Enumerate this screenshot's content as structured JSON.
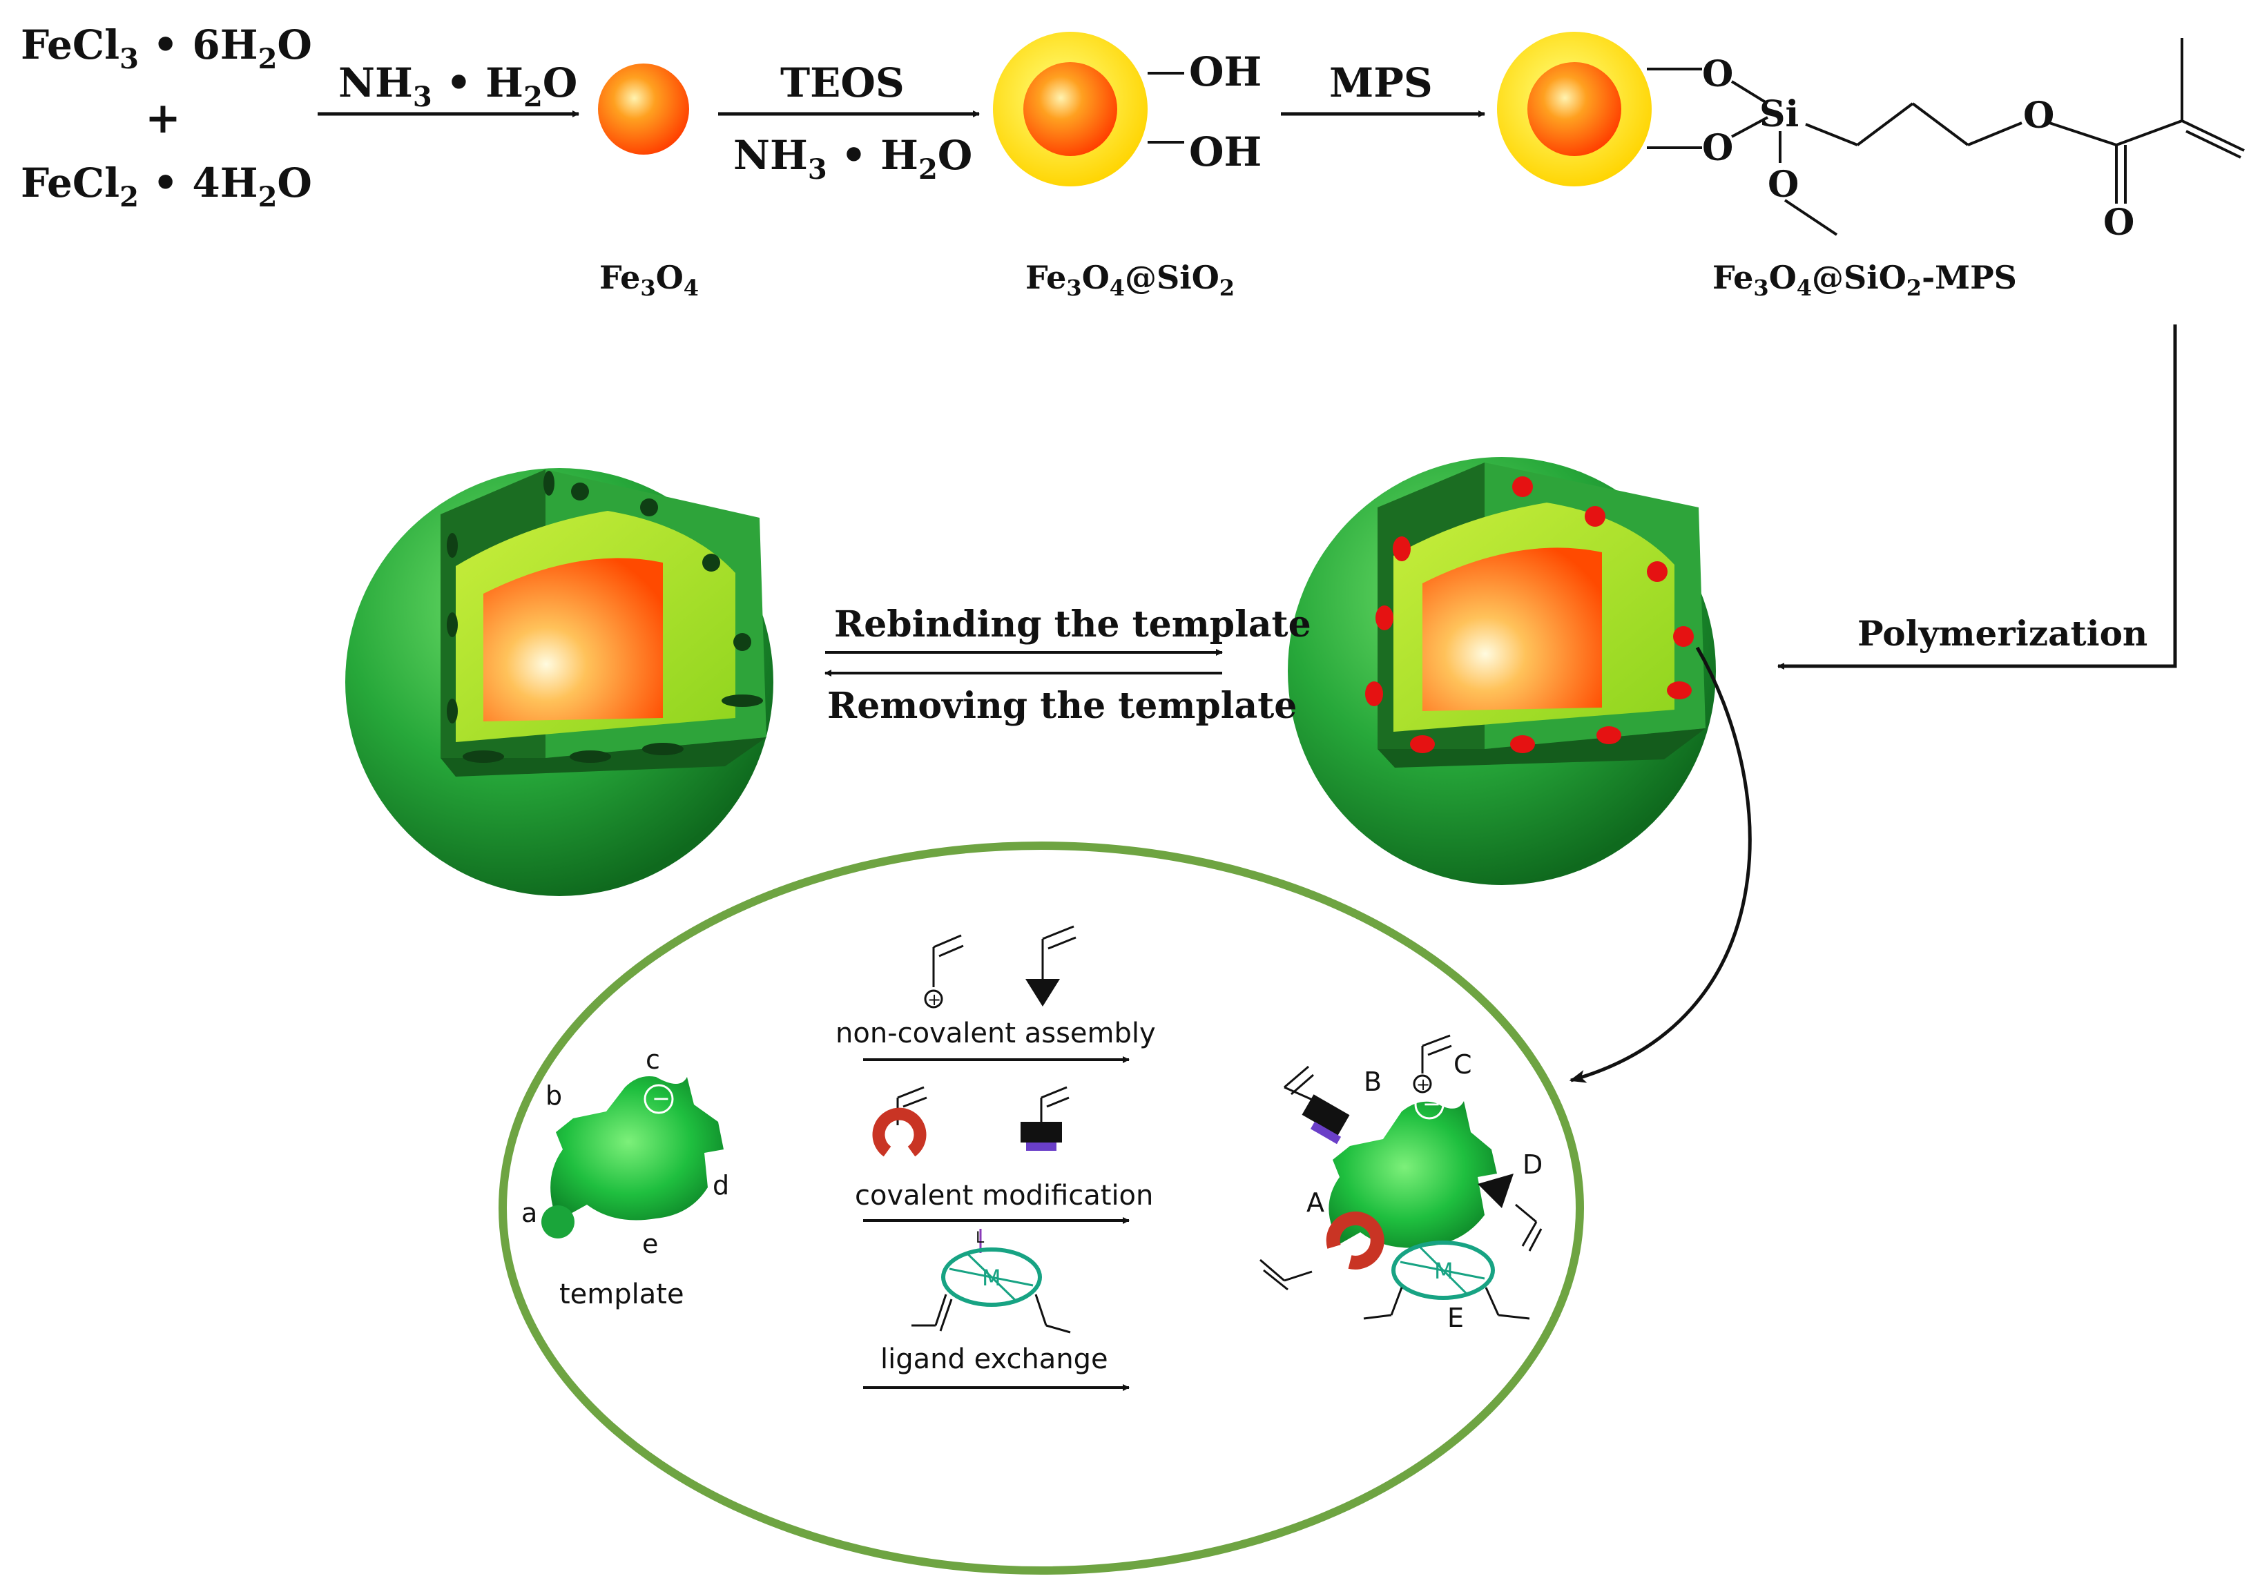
{
  "scheme": {
    "reactant_1": {
      "base": "FeCl",
      "sub": "3",
      "rest": " • 6H",
      "sub2": "2",
      "tail": "O"
    },
    "plus": "+",
    "reactant_2": {
      "base": "FeCl",
      "sub": "2",
      "rest": " • 4H",
      "sub2": "2",
      "tail": "O"
    },
    "arrow1_reagent": {
      "a": "NH",
      "sub": "3",
      "b": " • H",
      "sub2": "2",
      "c": "O"
    },
    "arrow2_reagent_top": "TEOS",
    "arrow2_reagent_bottom": {
      "a": "NH",
      "sub": "3",
      "b": " • H",
      "sub2": "2",
      "c": "O"
    },
    "arrow3_reagent": "MPS",
    "oh_top": "OH",
    "oh_bottom": "OH",
    "label_fe3o4": {
      "a": "Fe",
      "sub": "3",
      "b": "O",
      "sub2": "4"
    },
    "label_fe3o4_sio2": {
      "a": "Fe",
      "sub": "3",
      "b": "O",
      "sub2": "4",
      "c": "@SiO",
      "sub3": "2"
    },
    "label_fe3o4_sio2_mps": {
      "a": "Fe",
      "sub": "3",
      "b": "O",
      "sub2": "4",
      "c": "@SiO",
      "sub3": "2",
      "d": "-MPS"
    },
    "atom_o1": "O",
    "atom_o2": "O",
    "atom_si": "Si",
    "atom_o3": "O",
    "atom_o4": "O",
    "atom_o5": "O",
    "polymerization": "Polymerization",
    "rebinding": "Rebinding the template",
    "removing": "Removing  the template"
  },
  "inset": {
    "non_covalent": "non-covalent assembly",
    "covalent": "covalent modification",
    "ligand_exchange": "ligand exchange",
    "template": "template",
    "site_a": "a",
    "site_b": "b",
    "site_c": "c",
    "site_d": "d",
    "site_e": "e",
    "result_a": "A",
    "result_b": "B",
    "result_c": "C",
    "result_d": "D",
    "result_e": "E",
    "metal": "M",
    "ligand_l": "L",
    "plus_sign": "+",
    "minus_sign": "−"
  },
  "colors": {
    "core_orange": "#ff5a00",
    "silica_yellow": "#ffec00",
    "polymer_green": "#27a83a",
    "template_green": "#19b33a",
    "ellipse_border": "#6ea442",
    "imprint_red": "#e51212",
    "cavity_dark": "#0f3f14",
    "red_ring": "#c93424",
    "purple_block": "#6a3fc8",
    "teal_complex": "#17a383"
  }
}
